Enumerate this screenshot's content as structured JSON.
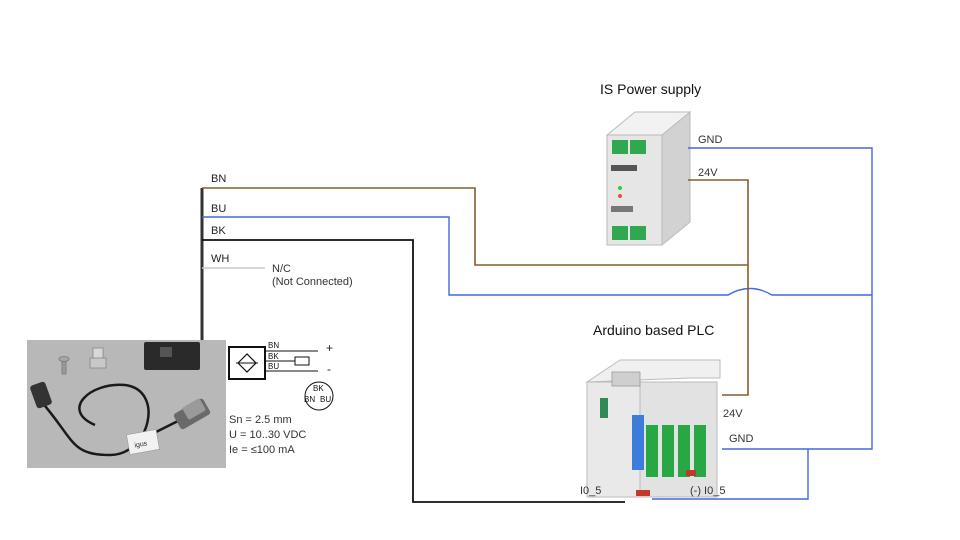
{
  "titles": {
    "power_supply": "IS Power supply",
    "plc": "Arduino based PLC"
  },
  "wires": {
    "bn": "BN",
    "bu": "BU",
    "bk": "BK",
    "wh": "WH"
  },
  "nc": {
    "line1": "N/C",
    "line2": "(Not Connected)"
  },
  "psu_terminals": {
    "gnd": "GND",
    "v24": "24V"
  },
  "plc_terminals": {
    "v24": "24V",
    "gnd": "GND",
    "i0_5": "I0_5",
    "neg_i0_5": "(-) I0_5"
  },
  "sensor_symbol": {
    "bn": "BN",
    "bk": "BK",
    "bu": "BU",
    "plus": "+",
    "minus": "-",
    "conn_bk": "BK",
    "conn_bn": "BN",
    "conn_bu": "BU"
  },
  "sensor_specs": {
    "sn": "Sn = 2.5 mm",
    "u": "U = 10..30 VDC",
    "ie": "Ie = ≤100 mA"
  },
  "colors": {
    "brown": "#8B5A2B",
    "blue": "#4169E1",
    "black": "#111111",
    "white_wire": "#cccccc"
  }
}
